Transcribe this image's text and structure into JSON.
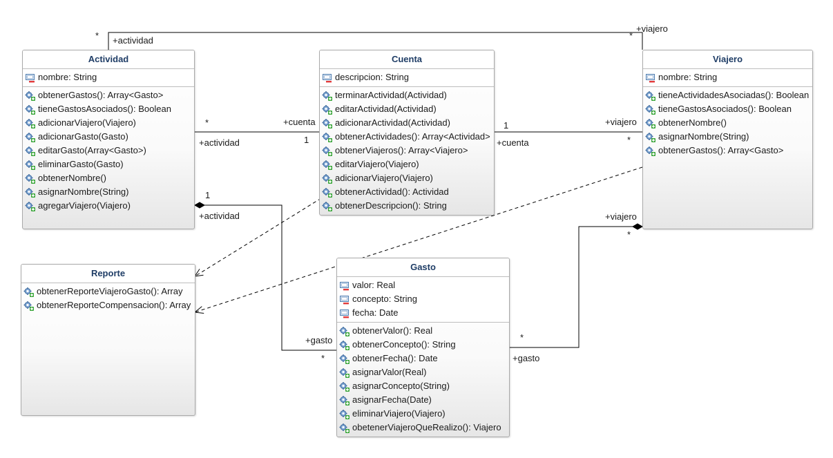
{
  "classes": {
    "actividad": {
      "name": "Actividad",
      "attributes": [
        "nombre: String"
      ],
      "operations": [
        "obtenerGastos(): Array<Gasto>",
        "tieneGastosAsociados(): Boolean",
        "adicionarViajero(Viajero)",
        "adicionarGasto(Gasto)",
        "editarGasto(Array<Gasto>)",
        "eliminarGasto(Gasto)",
        "obtenerNombre()",
        "asignarNombre(String)",
        "agregarViajero(Viajero)"
      ]
    },
    "cuenta": {
      "name": "Cuenta",
      "attributes": [
        "descripcion: String"
      ],
      "operations": [
        "terminarActividad(Actividad)",
        "editarActividad(Actividad)",
        "adicionarActividad(Actividad)",
        "obtenerActividades(): Array<Actividad>",
        "obtenerViajeros(): Array<Viajero>",
        "editarViajero(Viajero)",
        "adicionarViajero(Viajero)",
        "obtenerActividad(): Actividad",
        "obtenerDescripcion(): String"
      ]
    },
    "viajero": {
      "name": "Viajero",
      "attributes": [
        "nombre: String"
      ],
      "operations": [
        "tieneActividadesAsociadas(): Boolean",
        "tieneGastosAsociados(): Boolean",
        "obtenerNombre()",
        "asignarNombre(String)",
        "obtenerGastos(): Array<Gasto>"
      ]
    },
    "reporte": {
      "name": "Reporte",
      "attributes": [],
      "operations": [
        "obtenerReporteViajeroGasto(): Array",
        "obtenerReporteCompensacion(): Array"
      ]
    },
    "gasto": {
      "name": "Gasto",
      "attributes": [
        "valor: Real",
        "concepto: String",
        "fecha: Date"
      ],
      "operations": [
        "obtenerValor(): Real",
        "obtenerConcepto(): String",
        "obtenerFecha(): Date",
        "asignarValor(Real)",
        "asignarConcepto(String)",
        "asignarFecha(Date)",
        "eliminarViajero(Viajero)",
        "obetenerViajeroQueRealizo(): Viajero"
      ]
    }
  },
  "labels": {
    "top_star_left": "*",
    "top_actividad": "+actividad",
    "top_viajero": "+viajero",
    "top_star_right": "*",
    "ac_star": "*",
    "ac_cuenta": "+cuenta",
    "ac_actividad": "+actividad",
    "ac_one": "1",
    "cv_one": "1",
    "cv_viajero": "+viajero",
    "cv_cuenta": "+cuenta",
    "cv_star": "*",
    "ag_one": "1",
    "ag_actividad": "+actividad",
    "ag_gasto": "+gasto",
    "ag_star": "*",
    "vg_viajero": "+viajero",
    "vg_star_top": "*",
    "vg_star": "*",
    "vg_gasto": "+gasto"
  },
  "colors": {
    "title": "#1f3d66",
    "line": "#000000",
    "border": "#a9a9a9"
  }
}
